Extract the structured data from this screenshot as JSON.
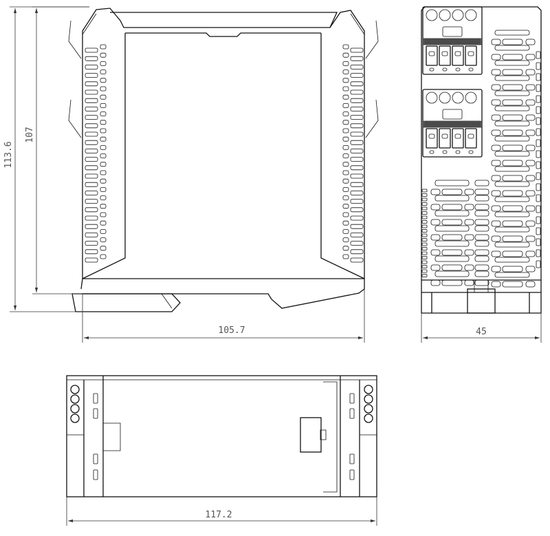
{
  "dimensions": {
    "overall_height": "113.6",
    "body_height": "107",
    "side_depth": "105.7",
    "front_width": "45",
    "bottom_length": "117.2"
  },
  "colors": {
    "line": "#111111",
    "dimension": "#555555",
    "background": "#ffffff"
  }
}
